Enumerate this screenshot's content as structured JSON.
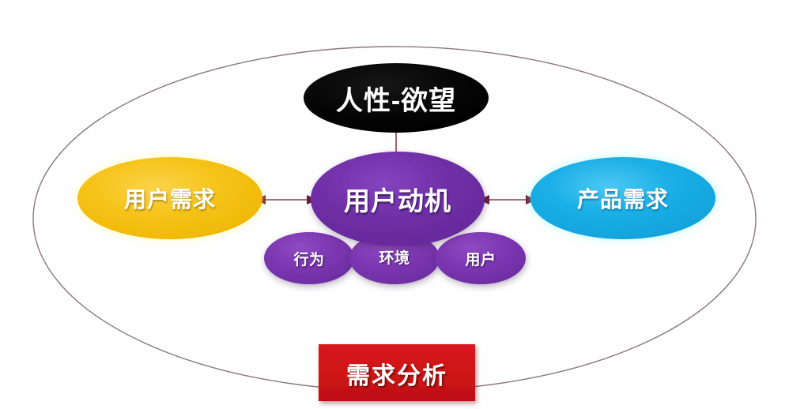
{
  "diagram": {
    "title_shape": "concentric-ellipse-relationship-map",
    "outer_boundary": {
      "name": "outer-ellipse",
      "stroke": "#8a7884"
    },
    "nodes": {
      "top": {
        "label": "人性-欲望",
        "color": "#000000",
        "shape": "ellipse"
      },
      "center": {
        "label": "用户动机",
        "color": "#7130A8",
        "shape": "ellipse"
      },
      "left": {
        "label": "用户需求",
        "color": "#F4C01A",
        "shape": "ellipse"
      },
      "right": {
        "label": "产品需求",
        "color": "#1BAFE6",
        "shape": "ellipse"
      },
      "bottom_box": {
        "label": "需求分析",
        "color": "#CE1418",
        "shape": "rectangle"
      }
    },
    "sub_nodes": [
      {
        "label": "行为",
        "color": "#7B36B0"
      },
      {
        "label": "环境",
        "color": "#7B36B0"
      },
      {
        "label": "用户",
        "color": "#7B36B0"
      }
    ],
    "connectors": [
      {
        "name": "top-to-center-arrow",
        "from": "人性-欲望",
        "to": "用户动机",
        "style": "single-arrow-down",
        "color": "#8B3A52"
      },
      {
        "name": "center-to-left-arrow",
        "from": "用户动机",
        "to": "用户需求",
        "style": "double-arrow",
        "color": "#8B3A52"
      },
      {
        "name": "center-to-right-arrow",
        "from": "用户动机",
        "to": "产品需求",
        "style": "double-arrow",
        "color": "#8B3A52"
      }
    ]
  }
}
